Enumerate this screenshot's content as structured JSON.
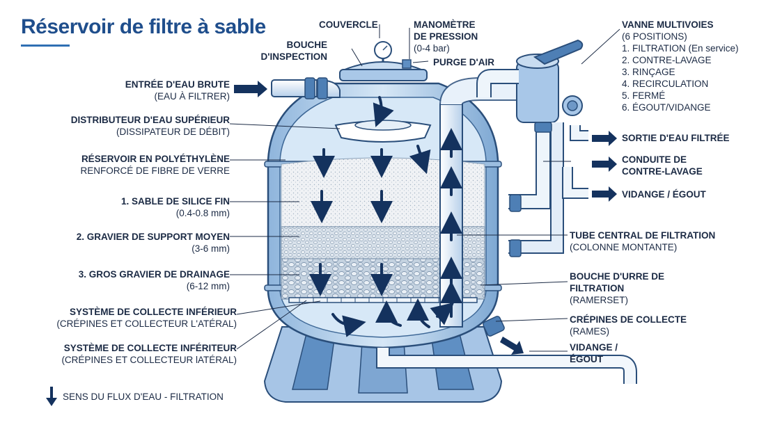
{
  "title": "Réservoir de filtre à sable",
  "colors": {
    "navy": "#14325e",
    "tank": "#b9d4ec",
    "tankDark": "#5a87b8",
    "outline": "#2a4e7a",
    "sand": "#f1f3f5",
    "gravel": "#c9d6e2",
    "accent": "#1f4e8c"
  },
  "left": {
    "inlet": {
      "h": "ENTRÉE D'EAU BRUTE",
      "s": "(EAU À FILTRER)"
    },
    "distributor": {
      "h": "DISTRIBUTEUR D'EAU SUPÉRIEUR",
      "s": "(DISSIPATEUR DE DÉBIT)"
    },
    "tank": {
      "h": "RÉSERVOIR EN POLYÉTHYLÈNE",
      "s": "RENFORCÉ DE FIBRE DE VERRE"
    },
    "sand": {
      "h": "1. SABLE DE SILICE FIN",
      "s": "(0.4-0.8 mm)"
    },
    "gravel_mid": {
      "h": "2. GRAVIER DE SUPPORT MOYEN",
      "s": "(3-6 mm)"
    },
    "gravel_big": {
      "h": "3. GROS GRAVIER DE DRAINAGE",
      "s": "(6-12 mm)"
    },
    "collect1": {
      "h": "SYSTÈME DE COLLECTE INFÉRIEUR",
      "s": "(CRÉPINES ET COLLECTEUR L'ATÉRAL)"
    },
    "collect2": {
      "h": "SYSTÈME  DE COLLECTE INFÉRITEUR",
      "s": "(CRÉPINES ET COLLECTEUR lATÉRAL)"
    }
  },
  "top": {
    "lid": "COUVERCLE",
    "inspection": {
      "l1": "BOUCHE",
      "l2": "D'INSPECTION"
    },
    "gauge": {
      "l1": "MANOMÈTRE",
      "l2": "DE PRESSION",
      "l3": "(0-4 bar)"
    },
    "air": "PURGE D'AIR"
  },
  "right": {
    "valve": {
      "h": "VANNE MULTIVOIES",
      "s": "(6 POSITIONS)",
      "positions": [
        "1. FILTRATION (En service)",
        "2. CONTRE-LAVAGE",
        "3. RINÇAGE",
        "4. RECIRCULATION",
        "5. FERMÉ",
        "6. ÉGOUT/VIDANGE"
      ]
    },
    "outlet": "SORTIE D'EAU FILTRÉE",
    "backwash": {
      "l1": "CONDUITE DE",
      "l2": "CONTRE-LAVAGE"
    },
    "drain_top": "VIDANGE / ÉGOUT",
    "tube": {
      "h": "TUBE CENTRAL DE FILTRATION",
      "s": "(COLONNE MONTANTE)"
    },
    "mouth": {
      "l1": "BOUCHE D'URRE DE",
      "l2": "FILTRATION",
      "s": "(RAMERSET)"
    },
    "strainers": {
      "h": "CRÉPINES DE COLLECTE",
      "s": "(RAMES)"
    },
    "drain_bottom": {
      "l1": "VIDANGE /",
      "l2": "ÉGOUT"
    }
  },
  "legend": "SENS DU FLUX D'EAU - FILTRATION"
}
